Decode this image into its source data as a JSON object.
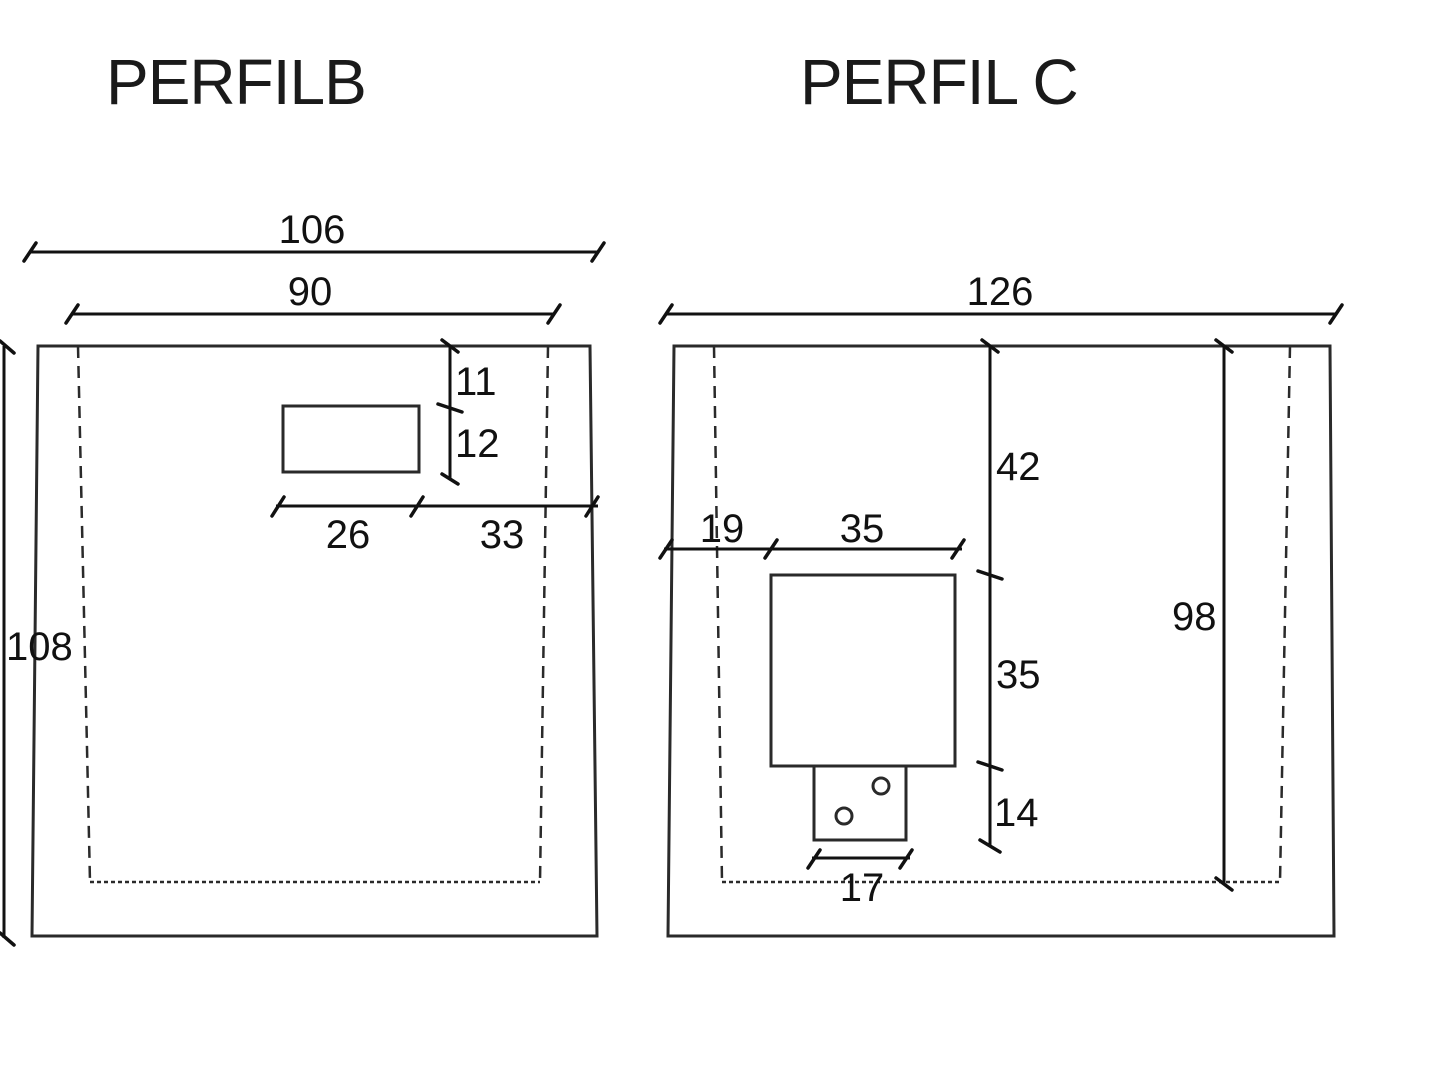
{
  "profile_b": {
    "title": "PERFILB",
    "dims": {
      "overall_width": "106",
      "inner_width": "90",
      "height": "108",
      "top_offset": "11",
      "opening_height": "12",
      "opening_width": "26",
      "right_offset": "33"
    }
  },
  "profile_c": {
    "title": "PERFIL C",
    "dims": {
      "overall_width": "126",
      "left_offset": "19",
      "box_width": "35",
      "top_offset": "42",
      "box_height": "35",
      "tab_height": "14",
      "tab_width": "17",
      "height": "98"
    }
  }
}
